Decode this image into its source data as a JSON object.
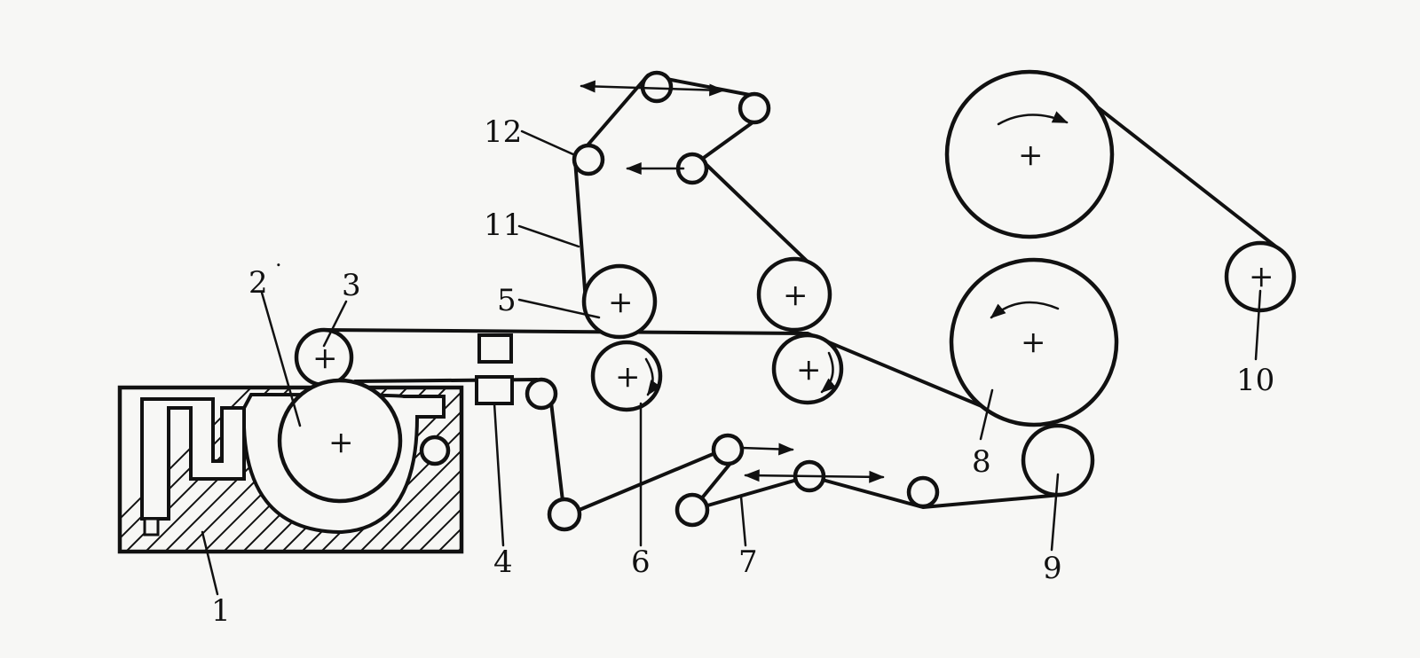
{
  "diagram": {
    "labels": [
      {
        "id": "1",
        "text": "1"
      },
      {
        "id": "2",
        "text": "2"
      },
      {
        "id": "3",
        "text": "3"
      },
      {
        "id": "4",
        "text": "4"
      },
      {
        "id": "5",
        "text": "5"
      },
      {
        "id": "6",
        "text": "6"
      },
      {
        "id": "7",
        "text": "7"
      },
      {
        "id": "8",
        "text": "8"
      },
      {
        "id": "9",
        "text": "9"
      },
      {
        "id": "10",
        "text": "10"
      },
      {
        "id": "11",
        "text": "11"
      },
      {
        "id": "12",
        "text": "12"
      }
    ],
    "center_mark": "+",
    "stray_mark": "."
  },
  "colors": {
    "ink": "#111111",
    "paper": "#f7f7f5"
  }
}
